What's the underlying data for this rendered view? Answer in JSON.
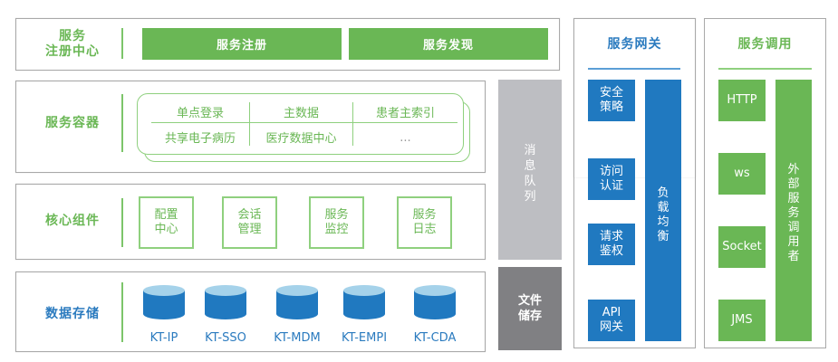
{
  "registry": {
    "label_line1": "服务",
    "label_line2": "注册中心",
    "buttons": [
      "服务注册",
      "服务发现"
    ]
  },
  "container": {
    "label": "服务容器",
    "services": [
      [
        "单点登录",
        "主数据",
        "患者主索引"
      ],
      [
        "共享电子病历",
        "医疗数据中心",
        "..."
      ]
    ]
  },
  "core": {
    "label": "核心组件",
    "items": [
      {
        "line1": "配置",
        "line2": "中心"
      },
      {
        "line1": "会话",
        "line2": "管理"
      },
      {
        "line1": "服务",
        "line2": "监控"
      },
      {
        "line1": "服务",
        "line2": "日志"
      }
    ]
  },
  "storage": {
    "label": "数据存储",
    "databases": [
      "KT-IP",
      "KT-SSO",
      "KT-MDM",
      "KT-EMPI",
      "KT-CDA"
    ]
  },
  "message_queue": {
    "chars": [
      "消",
      "息",
      "队",
      "列"
    ]
  },
  "file_storage": {
    "line1": "文件",
    "line2": "储存"
  },
  "gateway": {
    "title": "服务网关",
    "items": [
      {
        "line1": "安全",
        "line2": "策略"
      },
      {
        "line1": "访问",
        "line2": "认证"
      },
      {
        "line1": "请求",
        "line2": "鉴权"
      },
      {
        "line1": "API",
        "line2": "网关"
      }
    ],
    "side_chars": [
      "负",
      "载",
      "均",
      "衡"
    ]
  },
  "invocation": {
    "title": "服务调用",
    "items": [
      "HTTP",
      "ws",
      "Socket",
      "JMS"
    ],
    "side_chars": [
      "外",
      "部",
      "服",
      "务",
      "调",
      "用",
      "者"
    ]
  },
  "colors": {
    "green": "#6ab755",
    "blue": "#2079c0",
    "mq_gray": "#bdbec2",
    "file_gray": "#808083"
  }
}
